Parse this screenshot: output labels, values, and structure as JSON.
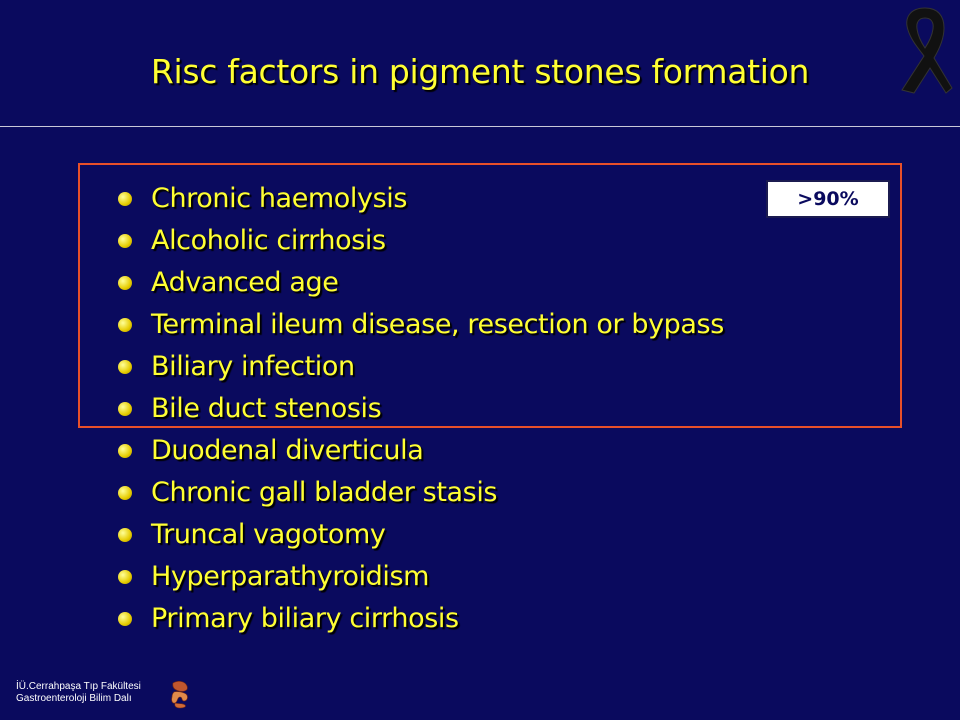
{
  "slide": {
    "title": "Risc factors in pigment stones formation",
    "badge": ">90%",
    "items": [
      "Chronic haemolysis",
      "Alcoholic cirrhosis",
      "Advanced  age",
      "Terminal ileum disease, resection or bypass",
      "Biliary infection",
      "Bile duct stenosis",
      "Duodenal  diverticula",
      "Chronic gall bladder stasis",
      "Truncal vagotomy",
      "Hyperparathyroidism",
      "Primary biliary cirrhosis"
    ]
  },
  "footer": {
    "line1": "İÜ.Cerrahpaşa Tıp Fakültesi",
    "line2": "Gastroenteroloji Bilim Dalı"
  },
  "icons": {
    "ribbon": "awareness-ribbon-icon",
    "logo": "digestive-organs-logo-icon"
  },
  "colors": {
    "background": "#0a0a5e",
    "text": "#ffff33",
    "highlight_border": "#e8502a"
  }
}
